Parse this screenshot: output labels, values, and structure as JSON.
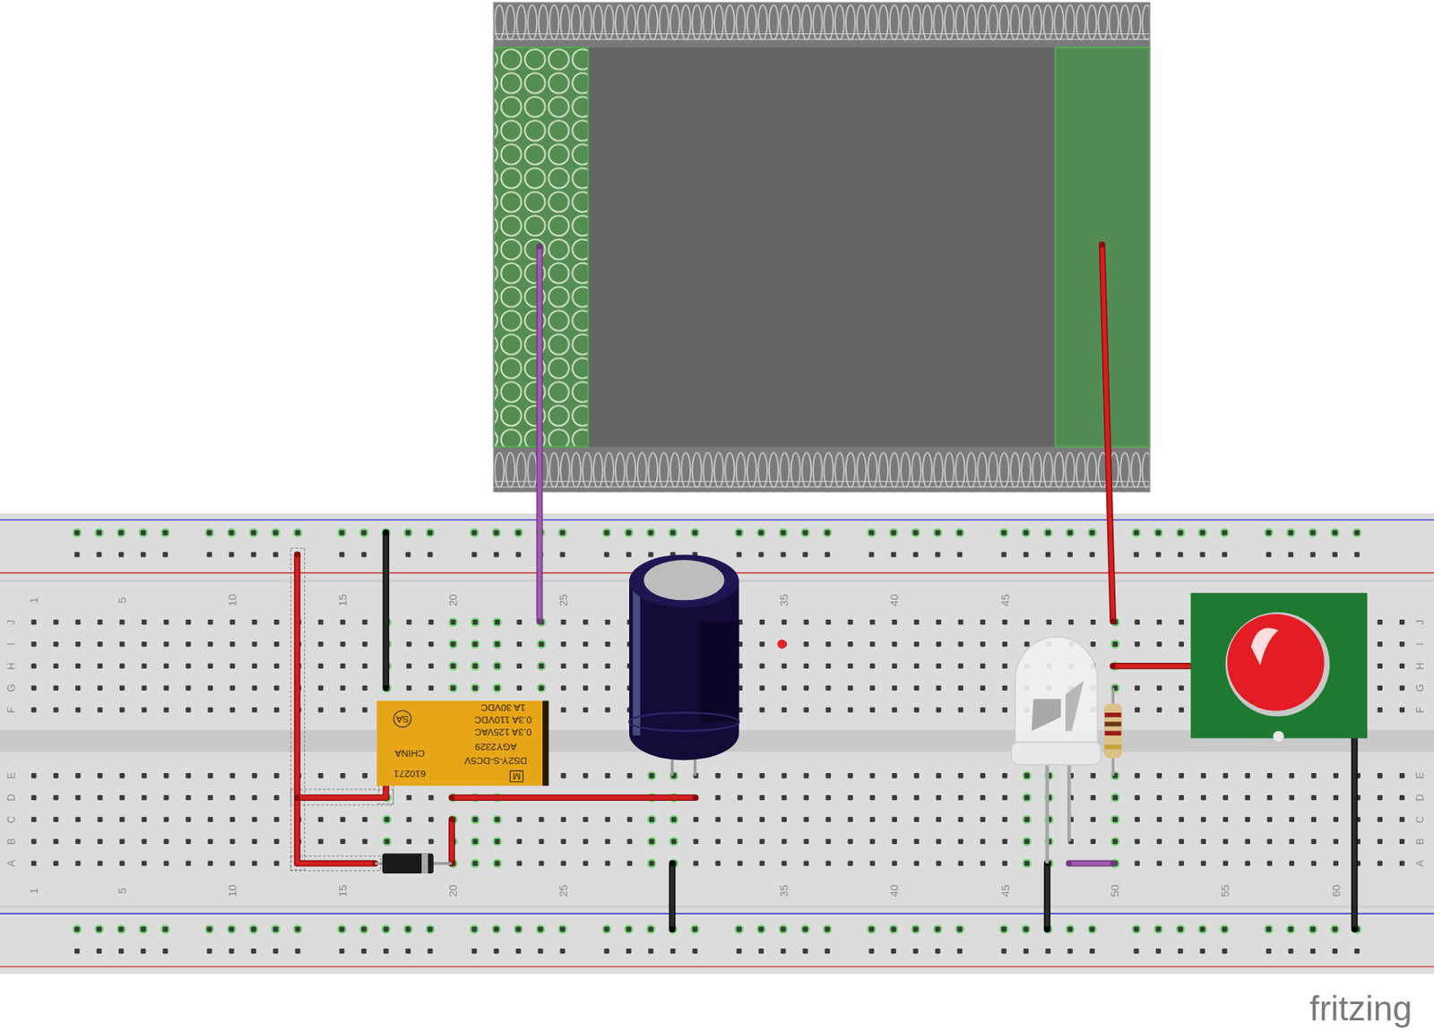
{
  "diagram": {
    "nodes": [
      {
        "text": [
          "M",
          "610271",
          "CHINA",
          "DS2Y-S-DC5V",
          "AGY2329",
          "0.3A 125VAC",
          "0.3A 110VDC",
          "1A 30VDC",
          "SA"
        ]
      }
    ],
    "labels": [
      "1",
      "5",
      "10",
      "15",
      "20",
      "25",
      "35",
      "40",
      "45",
      "1",
      "5",
      "10",
      "15",
      "20",
      "25",
      "35",
      "40",
      "45",
      "50",
      "55",
      "60",
      "J",
      "I",
      "H",
      "G",
      "F",
      "E",
      "D",
      "C",
      "B",
      "A",
      "J",
      "I",
      "H",
      "G",
      "F",
      "E",
      "D",
      "C",
      "B",
      "A",
      "fritzing"
    ]
  }
}
